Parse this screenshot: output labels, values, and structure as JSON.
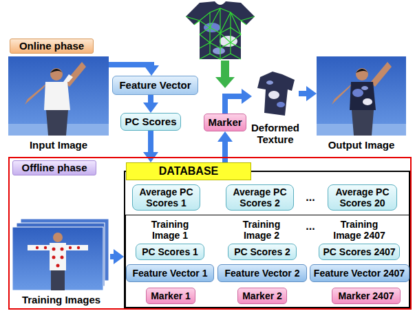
{
  "diagram": {
    "nodes": [
      {
        "text": [
          "Online phase"
        ]
      },
      {
        "text": [
          "Input Image"
        ]
      },
      {
        "text": [
          "Feature Vector"
        ]
      },
      {
        "text": [
          "PC Scores"
        ]
      },
      {
        "text": [
          "Marker"
        ]
      },
      {
        "text": [
          "Deformed Texture"
        ]
      },
      {
        "text": [
          "Output Image"
        ]
      },
      {
        "text": [
          "Offline phase"
        ]
      },
      {
        "text": [
          "Training Images"
        ],
        "in": 7
      },
      {
        "text": [
          "DATABASE"
        ],
        "in": 7
      },
      {
        "text": [
          "Average PC Scores 1"
        ],
        "in": 9
      },
      {
        "text": [
          "Average PC Scores 2"
        ],
        "in": 9
      },
      {
        "text": [
          "Average PC Scores 20"
        ],
        "in": 9
      },
      {
        "text": [
          "PC Scores 1"
        ],
        "in": 9
      },
      {
        "text": [
          "PC Scores 2"
        ],
        "in": 9
      },
      {
        "text": [
          "PC Scores 2407"
        ],
        "in": 9
      },
      {
        "text": [
          "Feature Vector 1"
        ],
        "in": 9
      },
      {
        "text": [
          "Feature Vector 2"
        ],
        "in": 9
      },
      {
        "text": [
          "Feature Vector 2407"
        ],
        "in": 9
      },
      {
        "text": [
          "Marker 1"
        ],
        "in": 9
      },
      {
        "text": [
          "Marker 2"
        ],
        "in": 9
      },
      {
        "text": [
          "Marker 2407"
        ],
        "in": 9
      }
    ],
    "edges": [
      {
        "from": 1,
        "to": 2,
        "arrow": "to"
      },
      {
        "from": 2,
        "to": 3,
        "arrow": "to"
      },
      {
        "from": 3,
        "to": 9,
        "arrow": "to"
      },
      {
        "from": 9,
        "to": 4,
        "arrow": "to"
      },
      {
        "from": 4,
        "to": 5,
        "arrow": "to"
      },
      {
        "from": 5,
        "to": 6,
        "arrow": "to"
      },
      {
        "from": 8,
        "to": 9,
        "arrow": "to"
      }
    ],
    "labels": [
      "...",
      "Training Image 1",
      "Training Image 2",
      "...",
      "Training Image 2407"
    ]
  }
}
